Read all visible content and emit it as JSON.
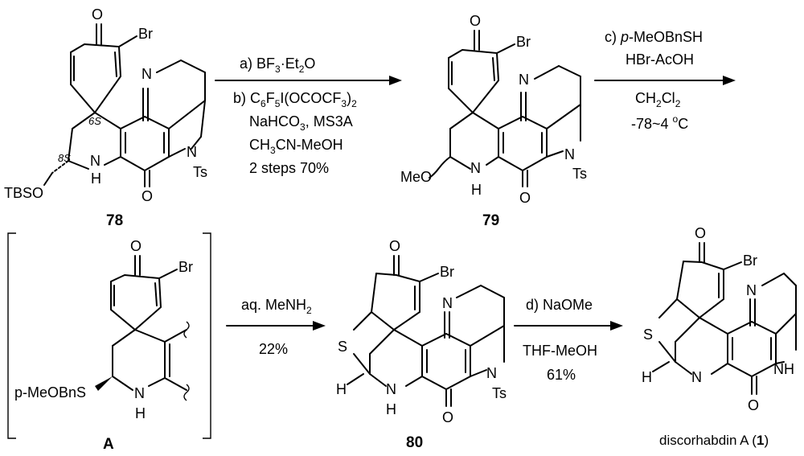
{
  "compounds": {
    "c78": {
      "label": "78",
      "tbso": "TBSO",
      "stereo_8s": "8S",
      "stereo_6s": "6S"
    },
    "c79": {
      "label": "79",
      "meo": "MeO"
    },
    "cA": {
      "label": "A",
      "thiol": "p-MeOBnS"
    },
    "c80": {
      "label": "80"
    },
    "c1": {
      "name": "discorhabdin A (",
      "num": "1",
      "close": ")"
    }
  },
  "atoms": {
    "O": "O",
    "Br": "Br",
    "N": "N",
    "NH": "N",
    "H": "H",
    "Ts": "Ts",
    "S": "S",
    "HN": "NH"
  },
  "steps": {
    "step1": {
      "a": "a) BF",
      "a_sub": "3",
      "a_rest": "·Et",
      "a_sub2": "2",
      "a_end": "O",
      "b": "b) C",
      "b_sub1": "6",
      "b_F": "F",
      "b_sub2": "5",
      "b_rest": "I(OCOCF",
      "b_sub3": "3",
      "b_end": ")",
      "b_sub4": "2",
      "l3": "NaHCO",
      "l3_sub": "3",
      "l3_end": ", MS3A",
      "l4": "CH",
      "l4_sub": "3",
      "l4_end": "CN-MeOH",
      "l5": "2 steps 70%"
    },
    "step2": {
      "c": "c) ",
      "c_it": "p",
      "c_rest": "-MeOBnSH",
      "l2": "HBr-AcOH",
      "l3": "CH",
      "l3_sub": "2",
      "l3_mid": "Cl",
      "l3_sub2": "2",
      "l4": "-78~4 ",
      "l4_sup": "o",
      "l4_end": "C"
    },
    "step3": {
      "l1": "aq. MeNH",
      "l1_sub": "2",
      "l2": "22%"
    },
    "step4": {
      "l1": "d) NaOMe",
      "l2": "THF-MeOH",
      "l3": "61%"
    }
  }
}
